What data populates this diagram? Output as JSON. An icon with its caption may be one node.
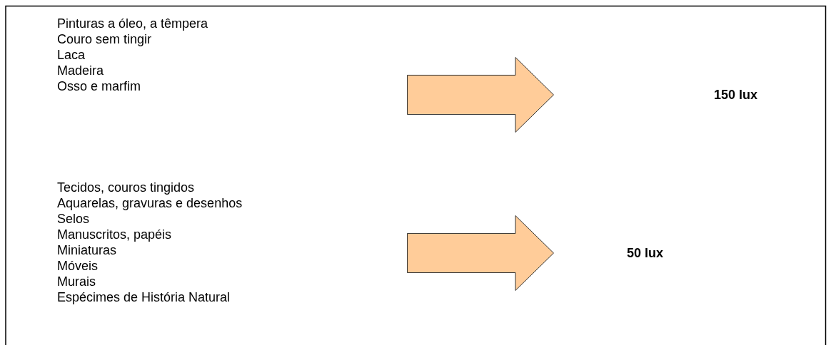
{
  "diagram": {
    "nodes": [
      {
        "text": [
          "Pinturas a óleo, a têmpera",
          "Couro sem tingir",
          "Laca",
          "Madeira",
          "Osso e marfim"
        ]
      },
      {
        "text": [],
        "shape": "arrow"
      },
      {
        "text": [
          "150 lux"
        ]
      },
      {
        "text": [
          "Tecidos, couros tingidos",
          "Aquarelas, gravuras e desenhos",
          "Selos",
          "Manuscritos, papéis",
          "Miniaturas",
          "Móveis",
          "Murais",
          "Espécimes de História Natural"
        ]
      },
      {
        "text": [],
        "shape": "arrow"
      },
      {
        "text": [
          "50 lux"
        ]
      }
    ]
  }
}
